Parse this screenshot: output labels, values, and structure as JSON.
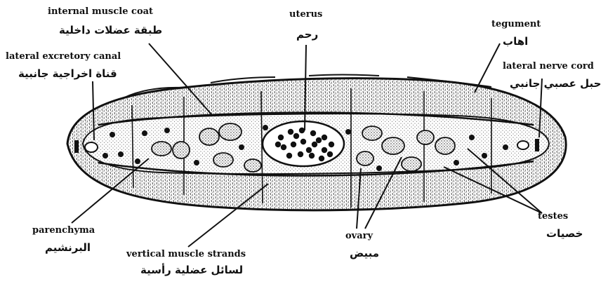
{
  "labels": {
    "internal_muscle_coat": {
      "en": "internal muscle coat",
      "ar": "طبقة عضلات داخلية"
    },
    "uterus": {
      "en": "uterus",
      "ar": "رحم"
    },
    "tegument": {
      "en": "tegument",
      "ar": "اهاب"
    },
    "lateral_excretory_canal": {
      "en": "lateral excretory canal",
      "ar": "قناة اخراجية جانبية"
    },
    "lateral_nerve_cord": {
      "en": "lateral nerve cord",
      "ar": "حبل عصبي جانبي"
    },
    "parenchyma": {
      "en": "parenchyma",
      "ar": "البرنشيم"
    },
    "vertical_muscle_strands": {
      "en": "vertical muscle strands",
      "ar": "لسائل عضلية رأسية"
    },
    "ovary": {
      "en": "ovary",
      "ar": "مبيض"
    },
    "testes": {
      "en": "testes",
      "ar": "خصيات"
    }
  },
  "colors": {
    "ink": "#111111",
    "paper": "#ffffff",
    "stipple": "#2a2a2a"
  }
}
